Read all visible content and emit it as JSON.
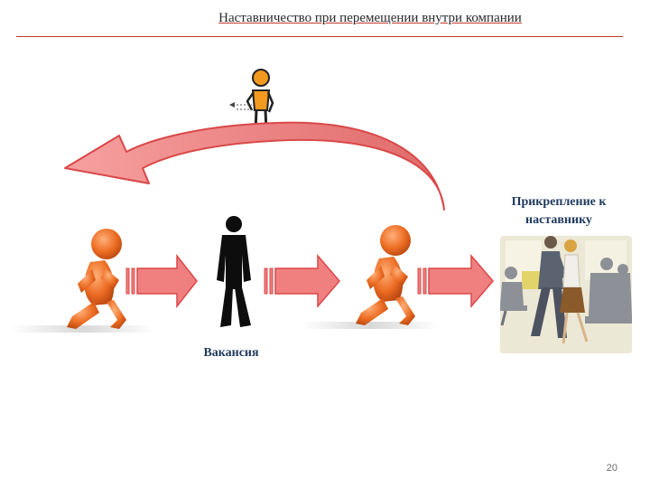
{
  "slide": {
    "title": "Наставничество при перемещении внутри компании",
    "labels": {
      "attachment": "Прикрепление к наставнику",
      "vacancy": "Вакансия"
    },
    "page_number": "20"
  },
  "icons": [
    "mentor-figure-icon",
    "curved-return-arrow-icon",
    "running-figure-icon",
    "vacancy-silhouette-icon",
    "block-arrow-right-icon",
    "office-mentoring-photo-icon"
  ],
  "colors": {
    "accent_red": "#c0392b",
    "arrow_fill": "#f08080",
    "arrow_stroke": "#d94848",
    "figure_orange": "#e8661f",
    "label_blue": "#1f3a5f"
  }
}
